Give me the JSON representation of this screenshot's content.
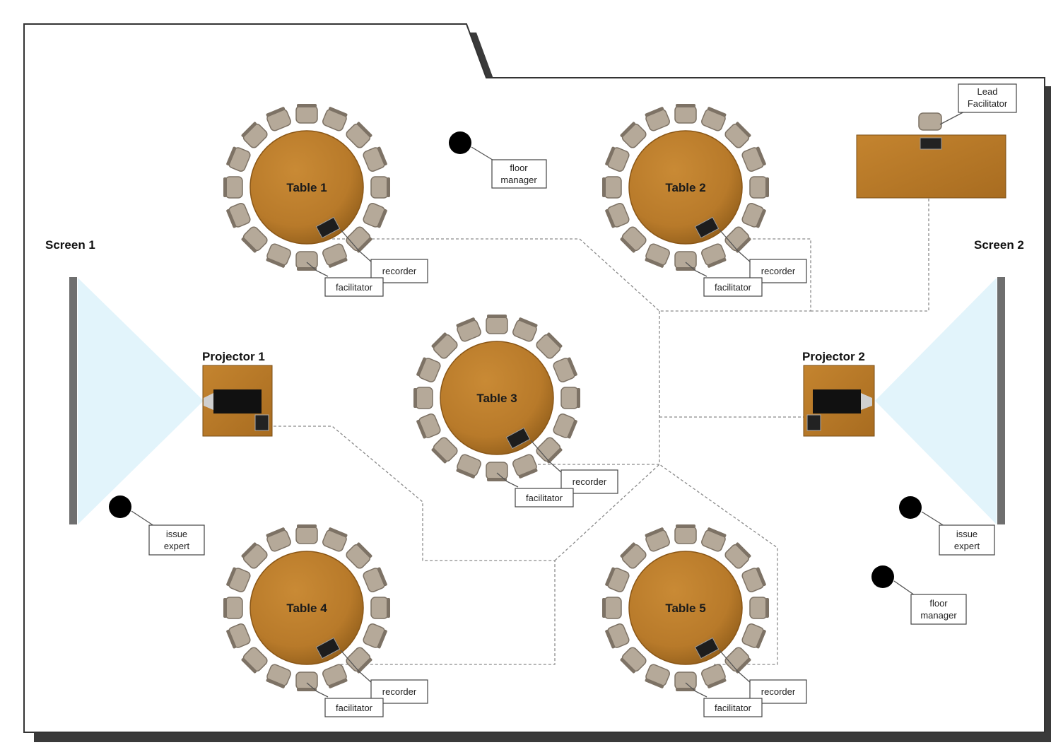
{
  "colors": {
    "wood": "#b87a2a",
    "wood_dark": "#8a5616",
    "chair": "#b5a999",
    "chair_dark": "#7d7265",
    "beam": "#e2f4fb",
    "screen": "#6f6f6f",
    "wire": "#8a8a8a"
  },
  "screens": [
    {
      "id": "screen-1",
      "label": "Screen 1"
    },
    {
      "id": "screen-2",
      "label": "Screen 2"
    }
  ],
  "projectors": [
    {
      "id": "projector-1",
      "label": "Projector 1"
    },
    {
      "id": "projector-2",
      "label": "Projector 2"
    }
  ],
  "tables": [
    {
      "id": "table-1",
      "label": "Table 1",
      "recorder": "recorder",
      "facilitator": "facilitator"
    },
    {
      "id": "table-2",
      "label": "Table 2",
      "recorder": "recorder",
      "facilitator": "facilitator"
    },
    {
      "id": "table-3",
      "label": "Table 3",
      "recorder": "recorder",
      "facilitator": "facilitator"
    },
    {
      "id": "table-4",
      "label": "Table 4",
      "recorder": "recorder",
      "facilitator": "facilitator"
    },
    {
      "id": "table-5",
      "label": "Table 5",
      "recorder": "recorder",
      "facilitator": "facilitator"
    }
  ],
  "lead_desk": {
    "label_line1": "Lead",
    "label_line2": "Facilitator"
  },
  "staff": [
    {
      "id": "floor-manager-1",
      "line1": "floor",
      "line2": "manager"
    },
    {
      "id": "issue-expert-1",
      "line1": "issue",
      "line2": "expert"
    },
    {
      "id": "issue-expert-2",
      "line1": "issue",
      "line2": "expert"
    },
    {
      "id": "floor-manager-2",
      "line1": "floor",
      "line2": "manager"
    }
  ]
}
